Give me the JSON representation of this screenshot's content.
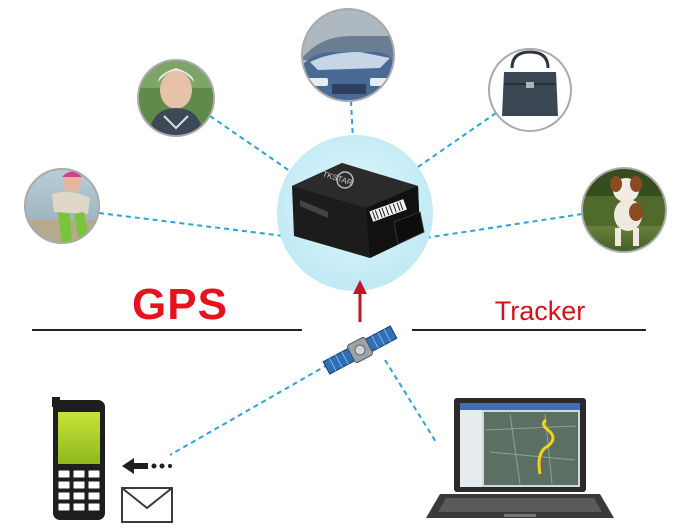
{
  "title_left": "GPS",
  "title_right": "Tracker",
  "device": {
    "brand": "TKSTAR",
    "color_body": "#1a1a1a",
    "halo_color": "#c9eef7"
  },
  "link_color": "#2aa3d8",
  "arrow_color": "#c0142a",
  "nodes": [
    {
      "name": "child"
    },
    {
      "name": "elderly-person"
    },
    {
      "name": "cars"
    },
    {
      "name": "handbag"
    },
    {
      "name": "dog"
    }
  ],
  "endpoints": [
    {
      "name": "mobile-phone"
    },
    {
      "name": "laptop-map"
    }
  ]
}
